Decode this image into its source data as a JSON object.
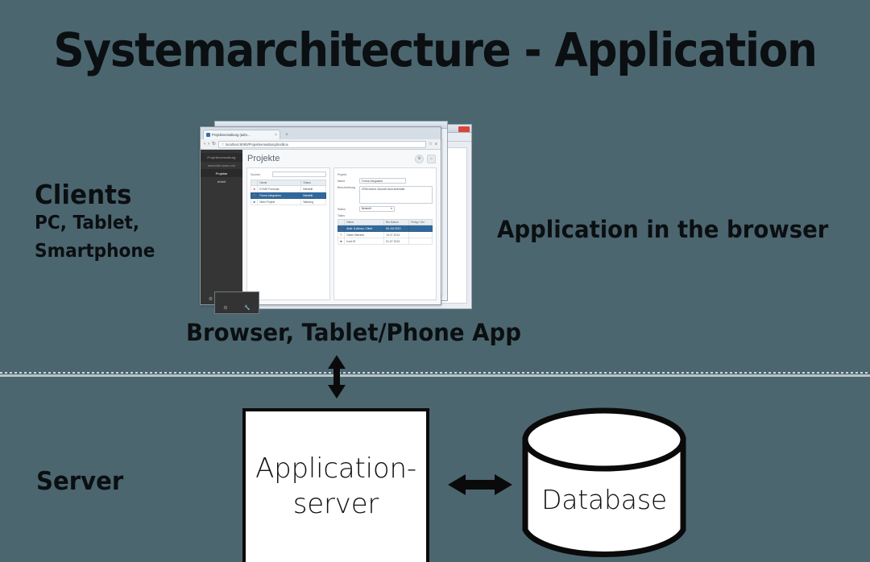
{
  "slide": {
    "title": "Systemarchitecture - Application",
    "background_color": "#4c6670",
    "shape_fill": "#ffffff",
    "shape_stroke": "#0a0a0a"
  },
  "clients_zone": {
    "heading": "Clients",
    "subtitle": "PC, Tablet,\nSmartphone",
    "subtitle_line1": "PC, Tablet,",
    "subtitle_line2": "Smartphone",
    "caption": "Browser, Tablet/Phone App",
    "note": "Application in the browser"
  },
  "server_zone": {
    "heading": "Server",
    "appserver_label": "Application-\nserver",
    "appserver_line1": "Application-",
    "appserver_line2": "server",
    "database_label": "Database"
  },
  "connectors": {
    "client_to_server": "vertical-double-arrow",
    "appserver_to_database": "horizontal-double-arrow"
  },
  "divider": {
    "style": "dotted-line-over-solid-line",
    "color": "#cfd8da"
  },
  "screenshot": {
    "browser": {
      "tab_title": "Projektverwaltung (adm...",
      "tab_close": "×",
      "newtab": "+",
      "back": "‹",
      "forward": "›",
      "reload": "↻",
      "url": "localhost:8080/Projektverwaltung/testbox",
      "lock_icon": "□",
      "star_icon": "☆",
      "menu_icon": "≡"
    },
    "app": {
      "brand": "Projektverwaltung",
      "user": "admin/site status role",
      "nav_items": [
        {
          "label": "Projekte",
          "active": true
        },
        {
          "label": "Arbeit",
          "active": false
        }
      ],
      "footer_icons": [
        "gear-icon",
        "wrench-icon"
      ],
      "page_title": "Projekte",
      "header_buttons": [
        "settings-icon",
        "home-icon"
      ],
      "search_label": "Suchen",
      "search_value": "",
      "list_columns": [
        "",
        "Name",
        "Status"
      ],
      "list_rows": [
        {
          "icon": "error-icon",
          "name": "ECMS Formular",
          "status": "Beistellt"
        },
        {
          "icon": "edit-icon",
          "name": "Forms integration",
          "status": "Beistellt",
          "selected": true
        },
        {
          "icon": "doc-icon",
          "name": "Main Projekt",
          "status": "Wartung"
        }
      ],
      "detail_caption": "Projekt",
      "detail_fields": [
        {
          "label": "Name",
          "value": "Forms integration"
        },
        {
          "label": "Beschreibung",
          "value": "CRM wird in Zukunft Java einbindet"
        },
        {
          "label": "Status",
          "value": "Beistellt"
        }
      ],
      "tasks_caption": "Tasks",
      "task_columns": [
        "",
        "Name",
        "Bis Datum",
        "Fertig / Uhr"
      ],
      "task_rows": [
        {
          "icon": "error-icon",
          "name": "Anal. & Abnau. Client",
          "due": "06.JUI.2013",
          "done": "",
          "selected": true
        },
        {
          "icon": "edit-icon",
          "name": "Daten filtertest",
          "due": "10.07.2013",
          "done": ""
        },
        {
          "icon": "doc-icon",
          "name": "Konf.lff",
          "due": "01.07.2013",
          "done": ""
        }
      ]
    },
    "mobile_mock": {
      "icons": [
        "gear-icon",
        "wrench-icon"
      ]
    }
  }
}
